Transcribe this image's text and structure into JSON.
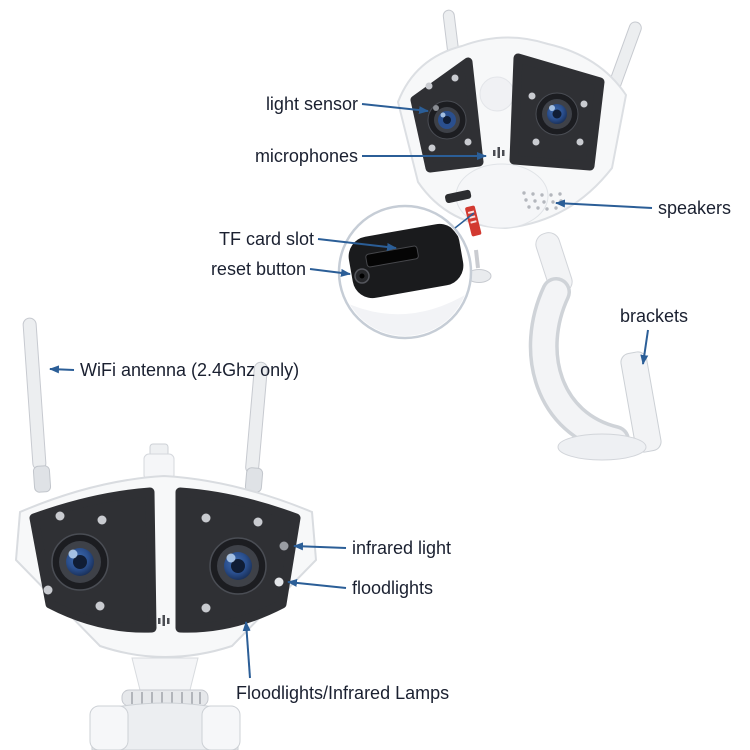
{
  "colors": {
    "label_text": "#1a2030",
    "callout_line": "#2b5e97",
    "camera_body": "#f6f7f9",
    "camera_face": "#2f3034",
    "lens_iris": "#2a4f8e",
    "tf_card_red": "#d23a31"
  },
  "annotations": [
    {
      "id": "light-sensor",
      "text": "light sensor"
    },
    {
      "id": "microphones",
      "text": "microphones"
    },
    {
      "id": "tf-card-slot",
      "text": "TF card slot"
    },
    {
      "id": "reset-button",
      "text": "reset button"
    },
    {
      "id": "speakers",
      "text": "speakers"
    },
    {
      "id": "brackets",
      "text": "brackets"
    },
    {
      "id": "wifi-antenna",
      "text": "WiFi antenna (2.4Ghz only)"
    },
    {
      "id": "infrared-light",
      "text": "infrared light"
    },
    {
      "id": "floodlights",
      "text": "floodlights"
    },
    {
      "id": "floodlights-infrared-lamps",
      "text": "Floodlights/Infrared Lamps"
    }
  ]
}
